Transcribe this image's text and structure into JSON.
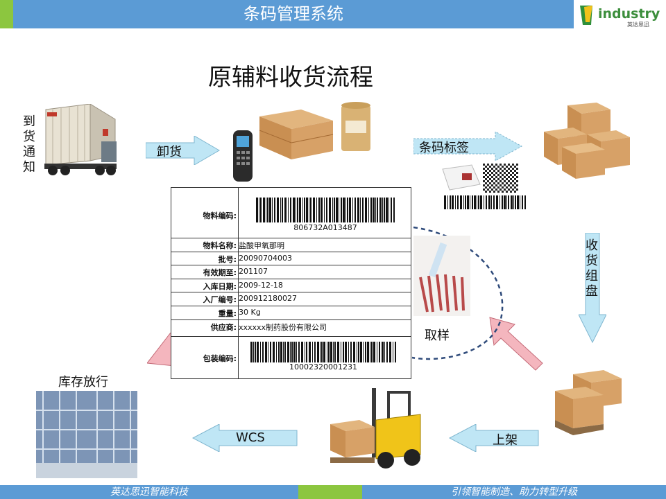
{
  "header": {
    "title": "条码管理系统",
    "logo_word": "industry",
    "logo_sub": "英达思迅"
  },
  "slide_title": "原辅料收货流程",
  "steps": {
    "arrival_notice": "到货通知",
    "unload": "卸货",
    "barcode_label": "条码标签",
    "receive_pallet": "收货组盘",
    "sampling": "取样",
    "stock_release": "库存放行",
    "shelving": "上架",
    "wcs": "WCS"
  },
  "label_card": {
    "material_code_key": "物料编码:",
    "material_code_value": "806732A013487",
    "rows": [
      {
        "key": "物料名称:",
        "value": "盐酸甲氧那明"
      },
      {
        "key": "批号:",
        "value": "20090704003"
      },
      {
        "key": "有效期至:",
        "value": "201107"
      },
      {
        "key": "入库日期:",
        "value": "2009-12-18"
      },
      {
        "key": "入厂编号:",
        "value": "200912180027"
      },
      {
        "key": "重量:",
        "value": "30 Kg"
      },
      {
        "key": "供应商:",
        "value": "xxxxxx制药股份有限公司"
      }
    ],
    "package_code_key": "包装编码:",
    "package_code_value": "10002320001231"
  },
  "footer": {
    "company": "英达思迅智能科技",
    "slogan": "引领智能制造、助力转型升级"
  },
  "colors": {
    "header_blue": "#5b9bd5",
    "accent_green": "#8cc63f",
    "arrow_blue": "#bfe6f5",
    "arrow_red": "#f4b6be"
  }
}
